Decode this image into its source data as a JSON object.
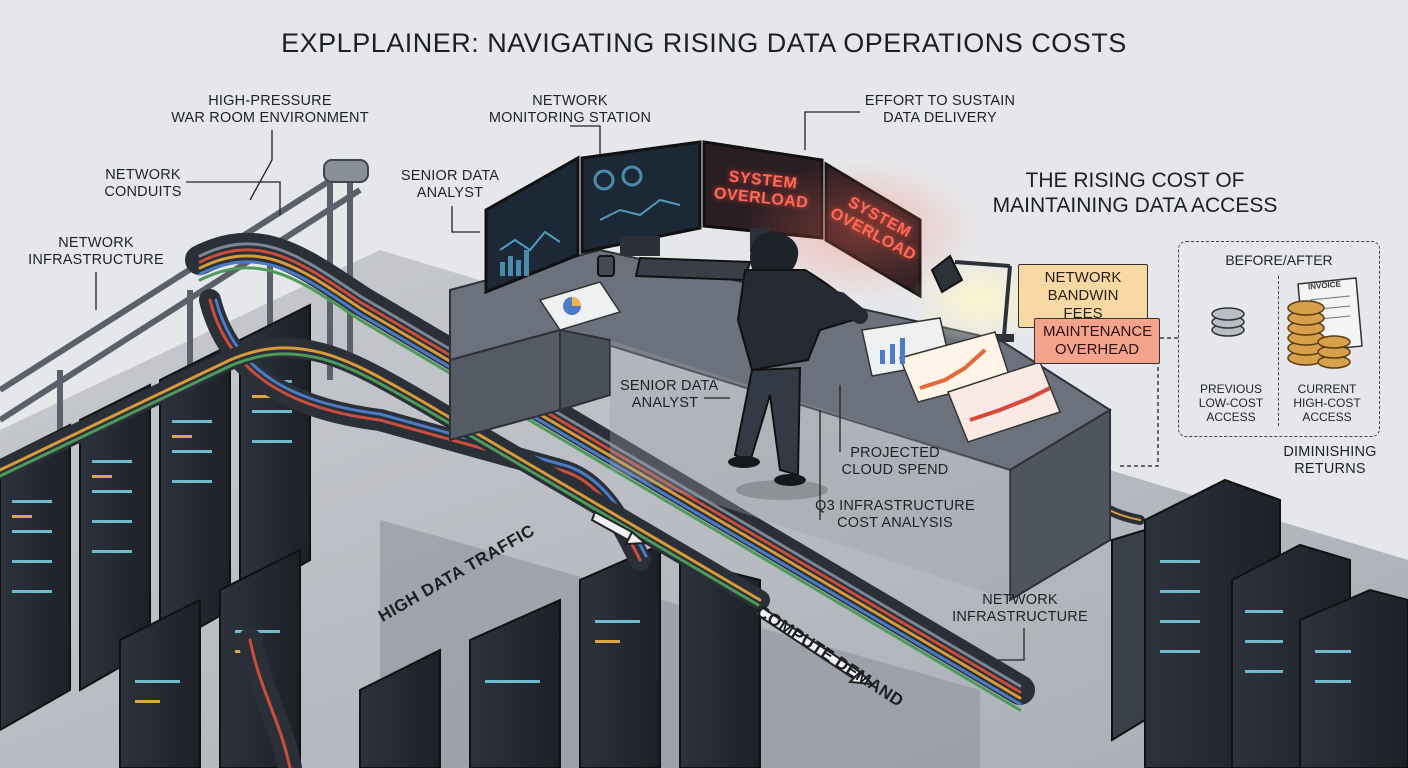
{
  "title": "EXPLPLAINER: NAVIGATING RISING DATA OPERATIONS COSTS",
  "subtitle": "THE RISING COST OF MAINTAINING DATA ACCESS",
  "labels": {
    "war_room": [
      "HIGH-PRESSURE",
      "WAR ROOM ENVIRONMENT"
    ],
    "monitoring": [
      "NETWORK",
      "MONITORING STATION"
    ],
    "effort": [
      "EFFORT TO SUSTAIN",
      "DATA DELIVERY"
    ],
    "conduits": [
      "NETWORK",
      "CONDUITS"
    ],
    "infra_left": [
      "NETWORK",
      "INFRASTRUCTURE"
    ],
    "analyst_top": [
      "SENIOR DATA",
      "ANALYST"
    ],
    "analyst_desk": [
      "SENIOR DATA",
      "ANALYST"
    ],
    "cloud_spend": [
      "PROJECTED",
      "CLOUD SPEND"
    ],
    "q3": [
      "Q3 INFRASTRUCTURE",
      "COST ANALYSIS"
    ],
    "infra_right": [
      "NETWORK",
      "INFRASTRUCTURE"
    ],
    "diminishing": [
      "DIMINISHING",
      "RETURNS"
    ]
  },
  "tags": {
    "fees": [
      "NETWORK",
      "BANDWIN FEES"
    ],
    "maintenance": [
      "MAINTENANCE",
      "OVERHEAD"
    ]
  },
  "before_after": {
    "title": "BEFORE/AFTER",
    "left": [
      "PREVIOUS",
      "LOW-COST",
      "ACCESS"
    ],
    "right": [
      "CURRENT",
      "HIGH-COST",
      "ACCESS"
    ],
    "invoice": "INVOICE"
  },
  "screens": {
    "overload_1": [
      "SYSTEM",
      "OVERLOAD"
    ],
    "overload_2": [
      "SYSTEM",
      "OVERLOAD"
    ]
  },
  "flows": {
    "traffic": "HIGH DATA TRAFFIC",
    "compute": "COMPUTE DEMAND"
  },
  "colors": {
    "alert_red": "#ff5a48",
    "fees_tag": "#f8d9a4",
    "maint_tag": "#f4a48d",
    "rack_dark": "#252a33",
    "floor": "#b9bcc3"
  }
}
